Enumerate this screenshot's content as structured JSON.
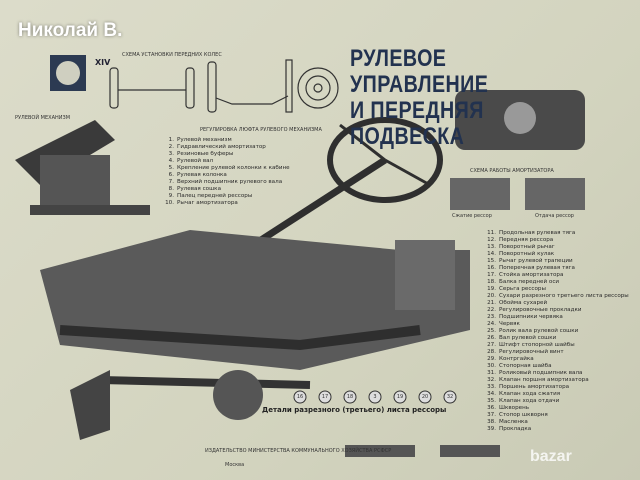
{
  "watermark": "Николай В.",
  "poster": {
    "plate_number": "XIV",
    "title_line1": "РУЛЕВОЕ УПРАВЛЕНИЕ",
    "title_line2": "И ПЕРЕДНЯЯ ПОДВЕСКА",
    "wheel_scheme_title": "СХЕМА УСТАНОВКИ ПЕРЕДНИХ КОЛЕС",
    "steering_gear_label": "РУЛЕВОЙ МЕХАНИЗМ",
    "adjustment_label": "РЕГУЛИРОВКА ЛЮФТА РУЛЕВОГО МЕХАНИЗМА",
    "shock_scheme_title": "СХЕМА РАБОТЫ АМОРТИЗАТОРА",
    "compression_label": "Сжатие рессор",
    "rebound_label": "Отдача рессор",
    "leaf_details_caption": "Детали разрезного (третьего) листа рессоры",
    "publisher": "ИЗДАТЕЛЬСТВО МИНИСТЕРСТВА КОММУНАЛЬНОГО ХОЗЯЙСТВА РСФСР",
    "publisher_city": "Москва",
    "legend_left": [
      {
        "n": "1.",
        "t": "Рулевой механизм"
      },
      {
        "n": "2.",
        "t": "Гидравлический амортизатор"
      },
      {
        "n": "3.",
        "t": "Резиновые буферы"
      },
      {
        "n": "4.",
        "t": "Рулевой вал"
      },
      {
        "n": "5.",
        "t": "Крепление рулевой колонки к кабине"
      },
      {
        "n": "6.",
        "t": "Рулевая колонка"
      },
      {
        "n": "7.",
        "t": "Верхний подшипник рулевого вала"
      },
      {
        "n": "8.",
        "t": "Рулевая сошка"
      },
      {
        "n": "9.",
        "t": "Палец передней рессоры"
      },
      {
        "n": "10.",
        "t": "Рычаг амортизатора"
      }
    ],
    "legend_right": [
      {
        "n": "11.",
        "t": "Продольная рулевая тяга"
      },
      {
        "n": "12.",
        "t": "Передняя рессора"
      },
      {
        "n": "13.",
        "t": "Поворотный рычаг"
      },
      {
        "n": "14.",
        "t": "Поворотный кулак"
      },
      {
        "n": "15.",
        "t": "Рычаг рулевой трапеции"
      },
      {
        "n": "16.",
        "t": "Поперечная рулевая тяга"
      },
      {
        "n": "17.",
        "t": "Стойка амортизатора"
      },
      {
        "n": "18.",
        "t": "Балка передней оси"
      },
      {
        "n": "19.",
        "t": "Серьга рессоры"
      },
      {
        "n": "20.",
        "t": "Сухари разрезного третьего листа рессоры"
      },
      {
        "n": "21.",
        "t": "Обойма сухарей"
      },
      {
        "n": "22.",
        "t": "Регулировочные прокладки"
      },
      {
        "n": "23.",
        "t": "Подшипники червяка"
      },
      {
        "n": "24.",
        "t": "Червяк"
      },
      {
        "n": "25.",
        "t": "Ролик вала рулевой сошки"
      },
      {
        "n": "26.",
        "t": "Вал рулевой сошки"
      },
      {
        "n": "27.",
        "t": "Штифт стопорной шайбы"
      },
      {
        "n": "28.",
        "t": "Регулировочный винт"
      },
      {
        "n": "29.",
        "t": "Контргайка"
      },
      {
        "n": "30.",
        "t": "Стопорная шайба"
      },
      {
        "n": "31.",
        "t": "Роликовый подшипник вала"
      },
      {
        "n": "32.",
        "t": "Клапан поршня амортизатора"
      },
      {
        "n": "33.",
        "t": "Поршень амортизатора"
      },
      {
        "n": "34.",
        "t": "Клапан хода сжатия"
      },
      {
        "n": "35.",
        "t": "Клапан хода отдачи"
      },
      {
        "n": "36.",
        "t": "Шкворень"
      },
      {
        "n": "37.",
        "t": "Стопор шкворня"
      },
      {
        "n": "38.",
        "t": "Масленка"
      },
      {
        "n": "39.",
        "t": "Прокладка"
      }
    ],
    "callouts": [
      "16",
      "17",
      "18",
      "3",
      "19",
      "20",
      "32"
    ]
  },
  "site_badge": "bazar"
}
